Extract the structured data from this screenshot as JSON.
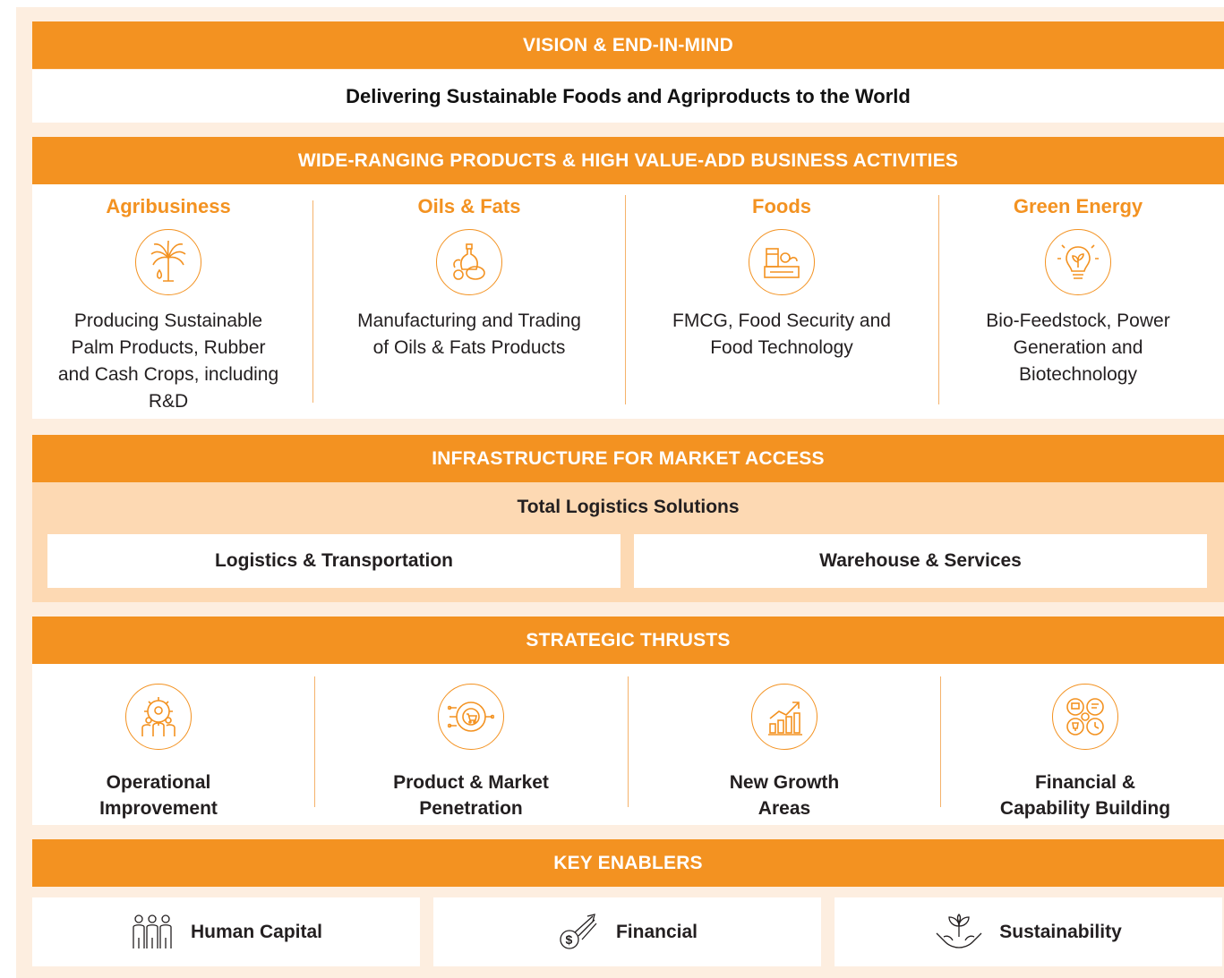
{
  "vision": {
    "header": "VISION & END-IN-MIND",
    "statement": "Delivering Sustainable Foods and Agriproducts to the World"
  },
  "products": {
    "header": "WIDE-RANGING PRODUCTS & HIGH VALUE-ADD BUSINESS ACTIVITIES",
    "segments": [
      {
        "title": "Agribusiness",
        "icon": "palm-tree-icon",
        "desc": "Producing Sustainable Palm Products, Rubber and Cash Crops, including R&D"
      },
      {
        "title": "Oils & Fats",
        "icon": "oil-bottle-icon",
        "desc": "Manufacturing and Trading of Oils & Fats Products"
      },
      {
        "title": "Foods",
        "icon": "grocery-icon",
        "desc": "FMCG, Food Security and Food Technology"
      },
      {
        "title": "Green Energy",
        "icon": "eco-bulb-icon",
        "desc": "Bio-Feedstock, Power Generation and Biotechnology"
      }
    ]
  },
  "infrastructure": {
    "header": "INFRASTRUCTURE FOR MARKET ACCESS",
    "subtitle": "Total Logistics Solutions",
    "boxes": [
      "Logistics & Transportation",
      "Warehouse & Services"
    ]
  },
  "thrusts": {
    "header": "STRATEGIC THRUSTS",
    "items": [
      {
        "line1": "Operational",
        "line2": "Improvement",
        "icon": "gear-people-icon"
      },
      {
        "line1": "Product & Market",
        "line2": "Penetration",
        "icon": "market-target-icon"
      },
      {
        "line1": "New Growth",
        "line2": "Areas",
        "icon": "growth-chart-icon"
      },
      {
        "line1": "Financial &",
        "line2": "Capability Building",
        "icon": "capability-icon"
      }
    ]
  },
  "enablers": {
    "header": "KEY ENABLERS",
    "items": [
      {
        "label": "Human Capital",
        "icon": "people-icon"
      },
      {
        "label": "Financial",
        "icon": "coin-arrow-icon"
      },
      {
        "label": "Sustainability",
        "icon": "plant-hands-icon"
      }
    ]
  },
  "colors": {
    "accent": "#f39221",
    "frame": "#fdeee0",
    "infra_panel": "#fdd9b3",
    "divider": "#f5b26b"
  }
}
